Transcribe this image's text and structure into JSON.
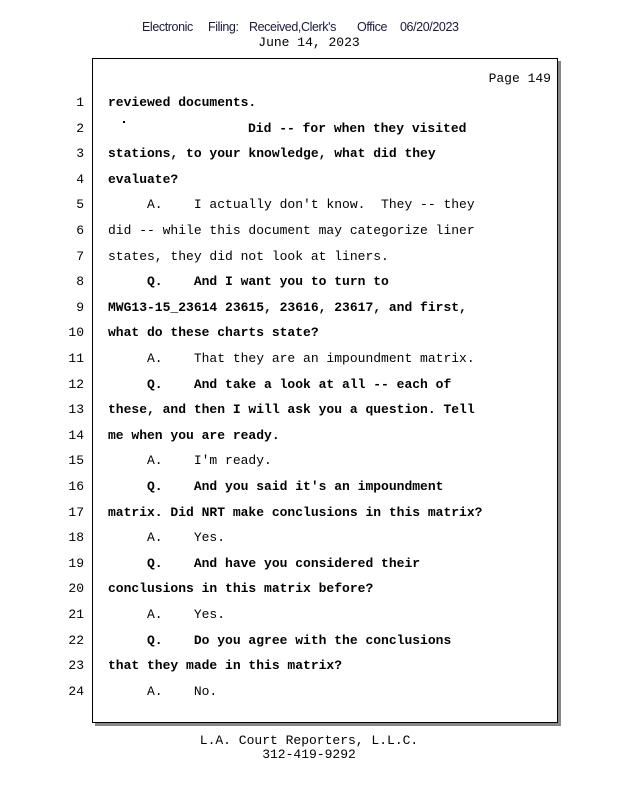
{
  "header": {
    "filing": [
      "Electronic",
      "Filing:",
      "Received,Clerk's",
      "Office",
      "06/20/2023"
    ],
    "date": "June 14, 2023"
  },
  "page_label": "Page 149",
  "lines": [
    {
      "n": "1",
      "text": "reviewed documents.",
      "bold": true,
      "indent": 0
    },
    {
      "n": "2",
      "text": "Did -- for when they visited",
      "bold": true,
      "indent": 140
    },
    {
      "n": "3",
      "text": "stations, to your knowledge, what did they",
      "bold": true,
      "indent": 0
    },
    {
      "n": "4",
      "text": "evaluate?",
      "bold": true,
      "indent": 0
    },
    {
      "n": "5",
      "text": "     A.    I actually don't know.  They -- they",
      "bold": false,
      "indent": 0
    },
    {
      "n": "6",
      "text": "did -- while this document may categorize liner",
      "bold": false,
      "indent": 0
    },
    {
      "n": "7",
      "text": "states, they did not look at liners.",
      "bold": false,
      "indent": 0
    },
    {
      "n": "8",
      "text": "     Q.    And I want you to turn to",
      "bold": true,
      "indent": 0
    },
    {
      "n": "9",
      "text": "MWG13-15_23614 23615, 23616, 23617, and first,",
      "bold": true,
      "indent": 0
    },
    {
      "n": "10",
      "text": "what do these charts state?",
      "bold": true,
      "indent": 0
    },
    {
      "n": "11",
      "text": "     A.    That they are an impoundment matrix.",
      "bold": false,
      "indent": 0
    },
    {
      "n": "12",
      "text": "     Q.    And take a look at all -- each of",
      "bold": true,
      "indent": 0
    },
    {
      "n": "13",
      "text": "these, and then I will ask you a question. Tell",
      "bold": true,
      "indent": 0
    },
    {
      "n": "14",
      "text": "me when you are ready.",
      "bold": true,
      "indent": 0
    },
    {
      "n": "15",
      "text": "     A.    I'm ready.",
      "bold": false,
      "indent": 0
    },
    {
      "n": "16",
      "text": "     Q.    And you said it's an impoundment",
      "bold": true,
      "indent": 0
    },
    {
      "n": "17",
      "text": "matrix. Did NRT make conclusions in this matrix?",
      "bold": true,
      "indent": 0
    },
    {
      "n": "18",
      "text": "     A.    Yes.",
      "bold": false,
      "indent": 0
    },
    {
      "n": "19",
      "text": "     Q.    And have you considered their",
      "bold": true,
      "indent": 0
    },
    {
      "n": "20",
      "text": "conclusions in this matrix before?",
      "bold": true,
      "indent": 0
    },
    {
      "n": "21",
      "text": "     A.    Yes.",
      "bold": false,
      "indent": 0
    },
    {
      "n": "22",
      "text": "     Q.    Do you agree with the conclusions",
      "bold": true,
      "indent": 0
    },
    {
      "n": "23",
      "text": "that they made in this matrix?",
      "bold": true,
      "indent": 0
    },
    {
      "n": "24",
      "text": "     A.    No.",
      "bold": false,
      "indent": 0
    }
  ],
  "footer": {
    "company": "L.A. Court Reporters, L.L.C.",
    "phone": "312-419-9292"
  }
}
